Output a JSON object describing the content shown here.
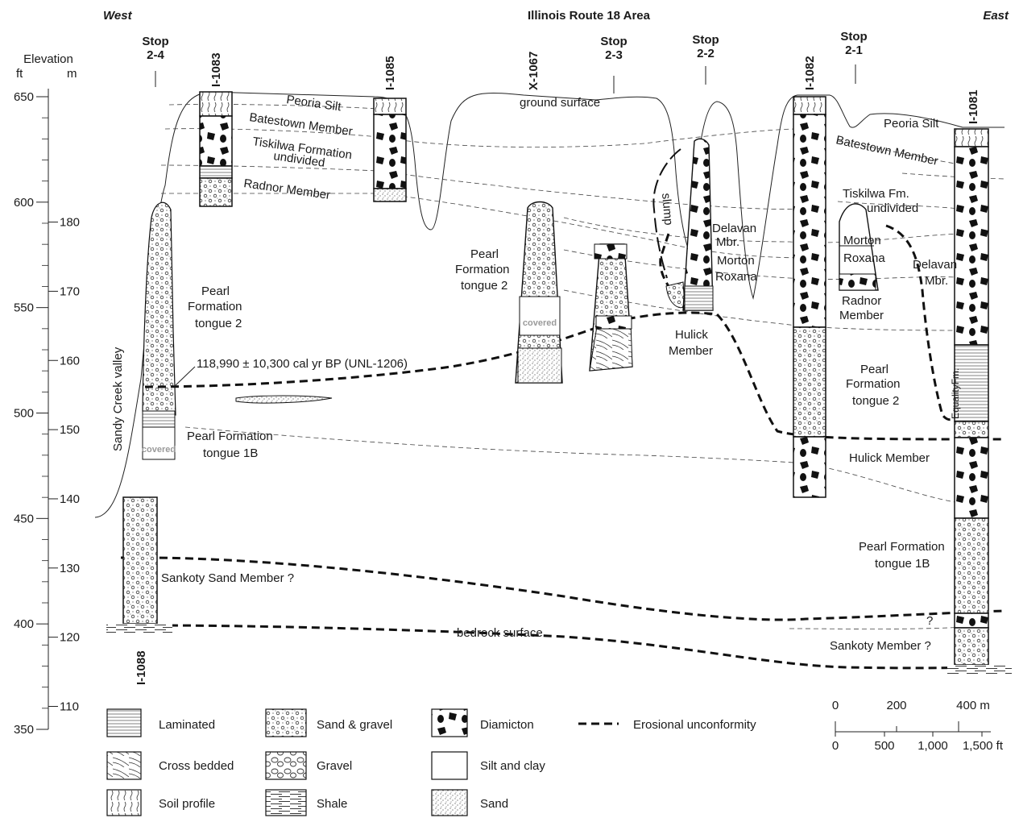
{
  "header": {
    "west": "West",
    "title": "Illinois Route 18 Area",
    "east": "East"
  },
  "axis": {
    "label": "Elevation",
    "unit_ft": "ft",
    "unit_m": "m",
    "ft_ticks": [
      "650",
      "600",
      "550",
      "500",
      "450",
      "400",
      "350"
    ],
    "m_ticks": [
      "180",
      "170",
      "160",
      "150",
      "140",
      "130",
      "120",
      "110"
    ]
  },
  "stops": [
    "Stop 2-4",
    "Stop 2-3",
    "Stop 2-2",
    "Stop 2-1"
  ],
  "borings": [
    "I-1083",
    "I-1085",
    "X-1067",
    "I-1082",
    "I-1081",
    "I-1088"
  ],
  "units": {
    "peoria_silt": "Peoria Silt",
    "peoria_silt_east": "Peoria Silt",
    "batestown": "Batestown Member",
    "batestown_east": "Batestown Member",
    "tiskilwa_1": "Tiskilwa Formation",
    "tiskilwa_2": "undivided",
    "tiskilwa_fm_1": "Tiskilwa Fm.",
    "tiskilwa_fm_2": "undivided",
    "radnor": "Radnor Member",
    "ground_surface": "ground surface",
    "slump": "slump",
    "delavan_1": "Delavan",
    "delavan_2": "Mbr.",
    "morton": "Morton",
    "roxana": "Roxana",
    "morton_e": "Morton",
    "roxana_e": "Roxana",
    "delavan_e1": "Delavan",
    "delavan_e2": "Mbr.",
    "radnor_e1": "Radnor",
    "radnor_e2": "Member",
    "hulick_c1": "Hulick",
    "hulick_c2": "Member",
    "hulick_e": "Hulick Member",
    "pearl_t2_w1": "Pearl",
    "pearl_t2_w2": "Formation",
    "pearl_t2_w3": "tongue 2",
    "pearl_t2_c1": "Pearl",
    "pearl_t2_c2": "Formation",
    "pearl_t2_c3": "tongue 2",
    "pearl_t2_e1": "Pearl",
    "pearl_t2_e2": "Formation",
    "pearl_t2_e3": "tongue 2",
    "pearl_1b_w1": "Pearl Formation",
    "pearl_1b_w2": "tongue 1B",
    "pearl_1b_e1": "Pearl Formation",
    "pearl_1b_e2": "tongue 1B",
    "sandy_creek": "Sandy Creek valley",
    "date": "118,990 ± 10,300 cal yr BP  (UNL-1206)",
    "covered": "covered",
    "sankoty_sand": "Sankoty Sand Member ?",
    "bedrock": "bedrock surface",
    "sankoty_e": "Sankoty Member ?",
    "equality": "EqualityFm.",
    "question": "?"
  },
  "legend": {
    "laminated": "Laminated",
    "cross_bedded": "Cross bedded",
    "soil_profile": "Soil profile",
    "sand_gravel": "Sand & gravel",
    "gravel": "Gravel",
    "shale": "Shale",
    "diamicton": "Diamicton",
    "silt_clay": "Silt and clay",
    "sand": "Sand",
    "erosional": "Erosional unconformity"
  },
  "scale": {
    "m_labels": [
      "0",
      "200",
      "400 m"
    ],
    "ft_labels": [
      "0",
      "500",
      "1,000",
      "1,500 ft"
    ]
  }
}
